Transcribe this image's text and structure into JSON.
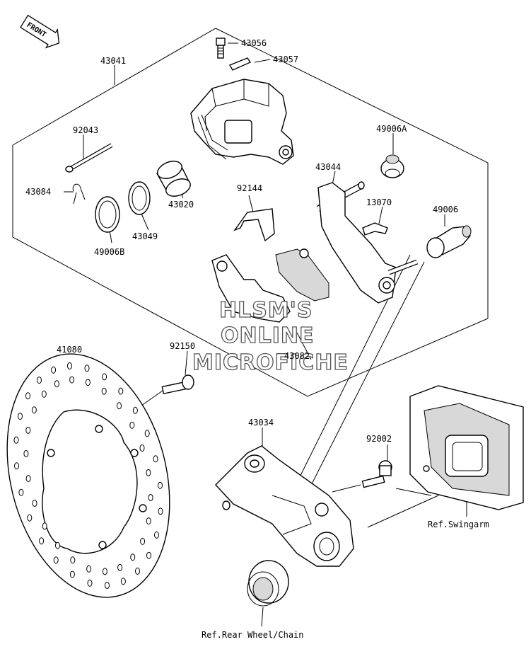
{
  "front_badge": "FRONT",
  "watermark": {
    "line1": "HLSM'S",
    "line2": "ONLINE",
    "line3": "MICROFICHE"
  },
  "labels": {
    "p43056": "43056",
    "p43057": "43057",
    "p43041": "43041",
    "p92043": "92043",
    "p43084": "43084",
    "p43020": "43020",
    "p43049": "43049",
    "p49006B": "49006B",
    "p92144": "92144",
    "p43044": "43044",
    "p49006A": "49006A",
    "p13070": "13070",
    "p49006": "49006",
    "p43082": "43082",
    "p41080": "41080",
    "p92150": "92150",
    "p43034": "43034",
    "p92002": "92002",
    "ref_swingarm": "Ref.Swingarm",
    "ref_wheel": "Ref.Rear Wheel/Chain"
  }
}
